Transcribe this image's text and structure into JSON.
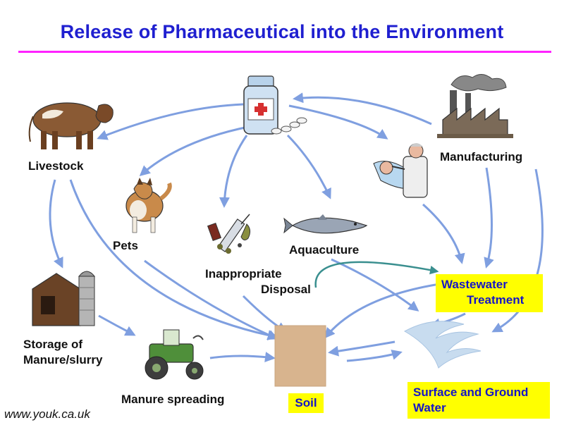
{
  "title": "Release of Pharmaceutical into the Environment",
  "labels": {
    "livestock": "Livestock",
    "pets": "Pets",
    "inappropriate_disposal_1": "Inappropriate",
    "inappropriate_disposal_2": "Disposal",
    "aquaculture": "Aquaculture",
    "manufacturing": "Manufacturing",
    "storage_1": "Storage of",
    "storage_2": "Manure/slurry",
    "manure_spreading": "Manure spreading",
    "soil": "Soil",
    "wastewater_1": "Wastewater",
    "wastewater_2": "Treatment",
    "surface_1": "Surface and Ground",
    "surface_2": "Water"
  },
  "credit": "www.youk.ca.uk",
  "colors": {
    "title": "#1f1fd0",
    "rule": "#ff22ff",
    "arrow": "#7f9fe0",
    "highlight_box": "#ffff00",
    "box_text": "#1414c8",
    "disposal_arrow": "#3a8f8f"
  },
  "icons": [
    "medicine-bottle-icon",
    "cow-icon",
    "dog-icon",
    "syringe-pills-icon",
    "fish-icon",
    "dentist-patient-icon",
    "factory-icon",
    "barn-silo-icon",
    "tractor-icon",
    "soil-icon",
    "water-splash-icon"
  ]
}
